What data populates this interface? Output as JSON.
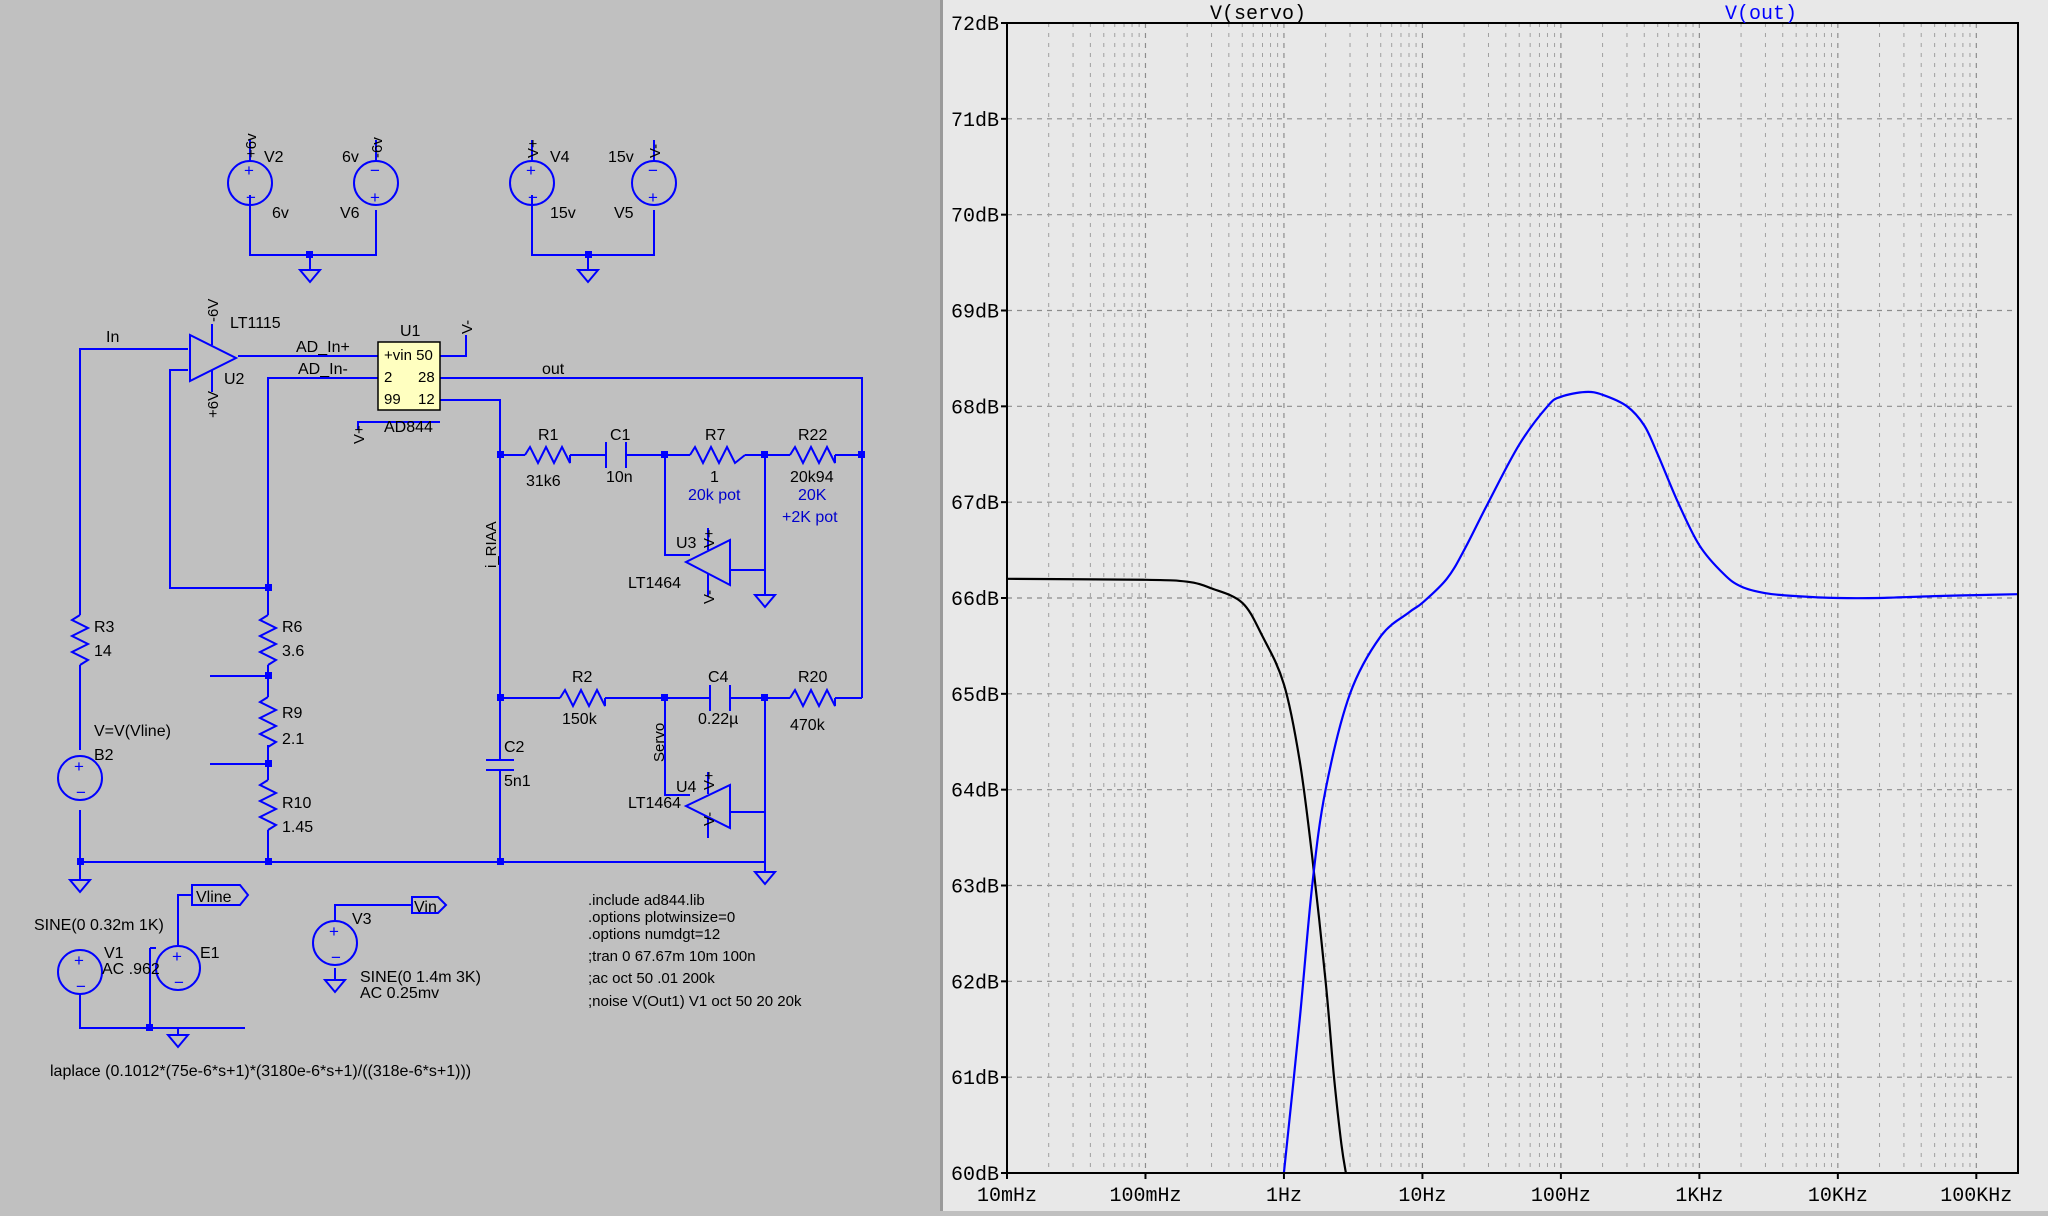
{
  "schematic": {
    "power": {
      "v2_label": "+6v",
      "v2_name": "V2",
      "v2_value": "6v",
      "v6_label": "-6v",
      "v6_name": "V6",
      "v6_value": "6v",
      "v4_label": "V+",
      "v4_name": "V4",
      "v4_value": "15v",
      "v5_label": "V-",
      "v5_name": "V5",
      "v5_value": "15v"
    },
    "opamp_u2": {
      "name": "U2",
      "part": "LT1115",
      "neg_supply": "-6V",
      "pos_supply": "+6V"
    },
    "ic_u1": {
      "name": "U1",
      "part": "AD844",
      "pin_vin": "+vin 50",
      "pin_2": "2",
      "pin_28": "28",
      "pin_99": "99",
      "pin_12": "12",
      "supply_top": "V-",
      "supply_bottom": "V+"
    },
    "nets": {
      "in": "In",
      "ad_in_plus": "AD_In+",
      "ad_in_minus": "AD_In-",
      "out": "out",
      "i_riaa": "i_RIAA",
      "servo": "Servo",
      "vline": "Vline",
      "vin": "Vin"
    },
    "r1": {
      "name": "R1",
      "value": "31k6"
    },
    "c1": {
      "name": "C1",
      "value": "10n"
    },
    "r7": {
      "name": "R7",
      "value": "1",
      "note": "20k pot"
    },
    "r22": {
      "name": "R22",
      "value": "20k94",
      "note1": "20K",
      "note2": "+2K pot"
    },
    "u3": {
      "name": "U3",
      "part": "LT1464",
      "vpos": "V+",
      "vneg": "V-"
    },
    "r2": {
      "name": "R2",
      "value": "150k"
    },
    "c4": {
      "name": "C4",
      "value": "0.22µ"
    },
    "r20": {
      "name": "R20",
      "value": "470k"
    },
    "u4": {
      "name": "U4",
      "part": "LT1464",
      "vpos": "V+",
      "vneg": "V-"
    },
    "c2": {
      "name": "C2",
      "value": "5n1"
    },
    "r3": {
      "name": "R3",
      "value": "14"
    },
    "r6": {
      "name": "R6",
      "value": "3.6"
    },
    "r9": {
      "name": "R9",
      "value": "2.1"
    },
    "r10": {
      "name": "R10",
      "value": "1.45"
    },
    "b2": {
      "name": "B2",
      "expr": "V=V(Vline)"
    },
    "v1": {
      "name": "V1",
      "sine": "SINE(0 0.32m 1K)",
      "ac": "AC .962"
    },
    "e1": {
      "name": "E1"
    },
    "v3": {
      "name": "V3",
      "sine": "SINE(0 1.4m 3K)",
      "ac": "AC 0.25mv"
    },
    "laplace": "laplace (0.1012*(75e-6*s+1)*(3180e-6*s+1)/((318e-6*s+1)))",
    "directives": [
      ".include ad844.lib",
      ".options plotwinsize=0",
      ".options numdgt=12",
      ";tran 0 67.67m 10m 100n",
      ";ac oct 50 .01 200k",
      ";noise V(Out1) V1 oct 50 20 20k"
    ]
  },
  "chart_data": {
    "type": "line",
    "xscale": "log",
    "xlim": [
      0.01,
      200000
    ],
    "ylim": [
      60,
      72
    ],
    "grid": true,
    "yticks": [
      "60dB",
      "61dB",
      "62dB",
      "63dB",
      "64dB",
      "65dB",
      "66dB",
      "67dB",
      "68dB",
      "69dB",
      "70dB",
      "71dB",
      "72dB"
    ],
    "xticks": [
      "10mHz",
      "100mHz",
      "1Hz",
      "10Hz",
      "100Hz",
      "1KHz",
      "10KHz",
      "100KHz"
    ],
    "series": [
      {
        "name": "V(servo)",
        "color": "#000000",
        "x": [
          0.01,
          0.1,
          0.2,
          0.3,
          0.5,
          0.7,
          1.0,
          1.3,
          1.6,
          2.0,
          2.3,
          2.6,
          2.8
        ],
        "y": [
          66.2,
          66.19,
          66.17,
          66.1,
          65.95,
          65.6,
          65.1,
          64.3,
          63.3,
          62.0,
          61.0,
          60.3,
          60.0
        ]
      },
      {
        "name": "V(out)",
        "color": "#0000ff",
        "x": [
          1.0,
          1.3,
          1.6,
          2.0,
          3,
          5,
          8,
          10,
          15,
          20,
          30,
          50,
          80,
          100,
          150,
          200,
          300,
          400,
          500,
          700,
          1000,
          1500,
          2000,
          3000,
          5000,
          10000,
          20000,
          50000,
          100000,
          200000
        ],
        "y": [
          60.0,
          61.6,
          63.0,
          64.0,
          65.0,
          65.6,
          65.85,
          65.95,
          66.2,
          66.5,
          67.0,
          67.6,
          68.0,
          68.1,
          68.15,
          68.12,
          68.0,
          67.8,
          67.5,
          67.0,
          66.55,
          66.25,
          66.12,
          66.05,
          66.02,
          66.0,
          66.0,
          66.02,
          66.03,
          66.04
        ]
      }
    ]
  }
}
